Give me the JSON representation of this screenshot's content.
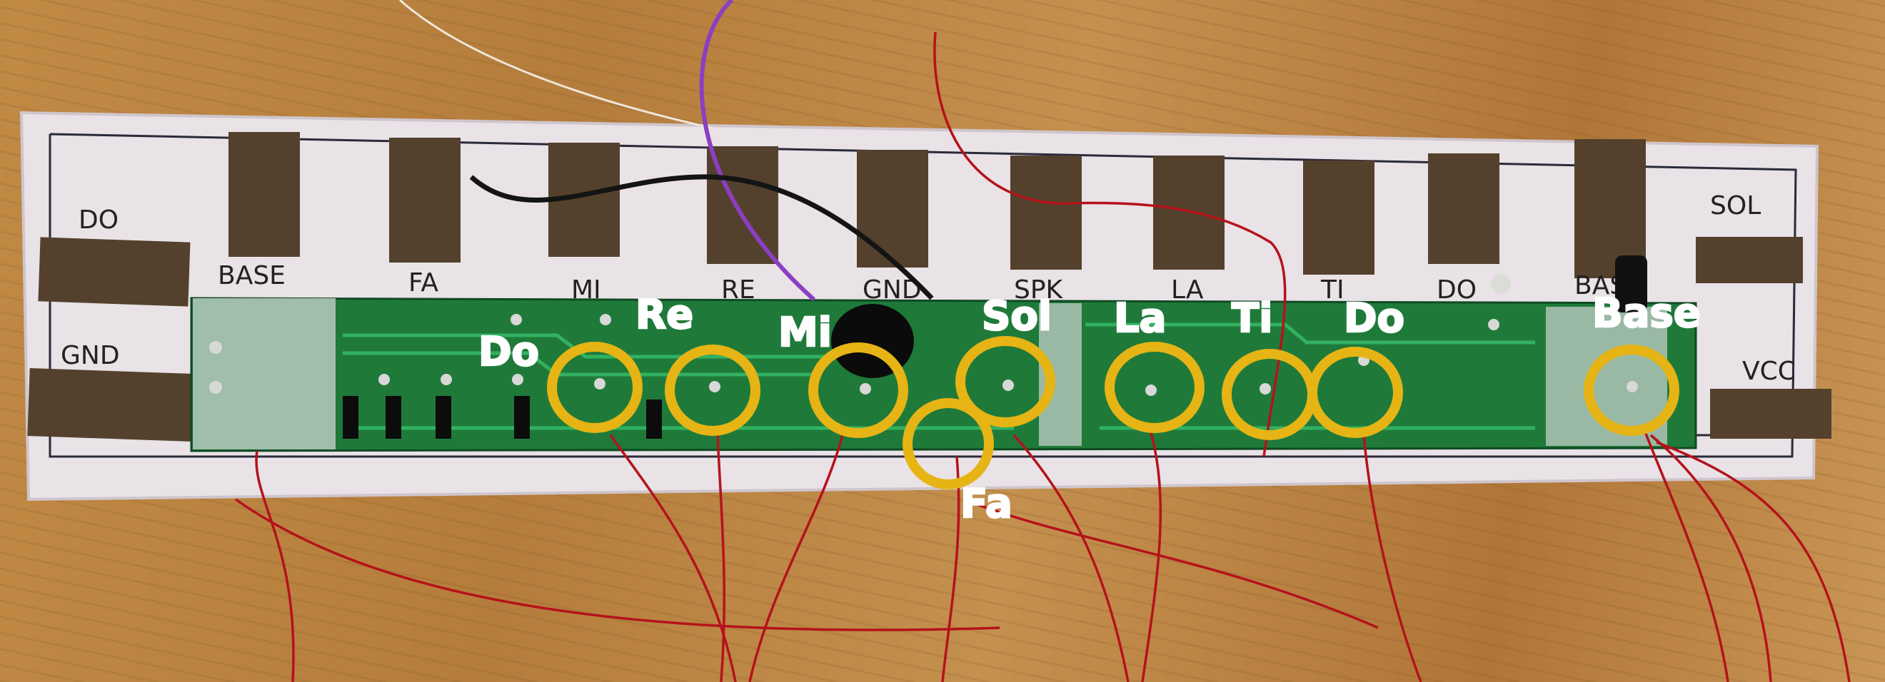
{
  "pads": {
    "top": [
      "BASE",
      "FA",
      "MI",
      "RE",
      "GND",
      "SPK",
      "LA",
      "TI",
      "DO",
      "BASE"
    ],
    "left": [
      "DO",
      "GND"
    ],
    "right": [
      "SOL",
      "VCC"
    ]
  },
  "annotations": [
    "Do",
    "Re",
    "Mi",
    "Fa",
    "Sol",
    "La",
    "Ti",
    "Do",
    "Base"
  ],
  "colors": {
    "fabric": "#e9e2e6",
    "conductive_pad": "#54412d",
    "pcb": "#1f7a3a",
    "circle_marker": "#e6b414",
    "wire_red": "#b5121b"
  }
}
